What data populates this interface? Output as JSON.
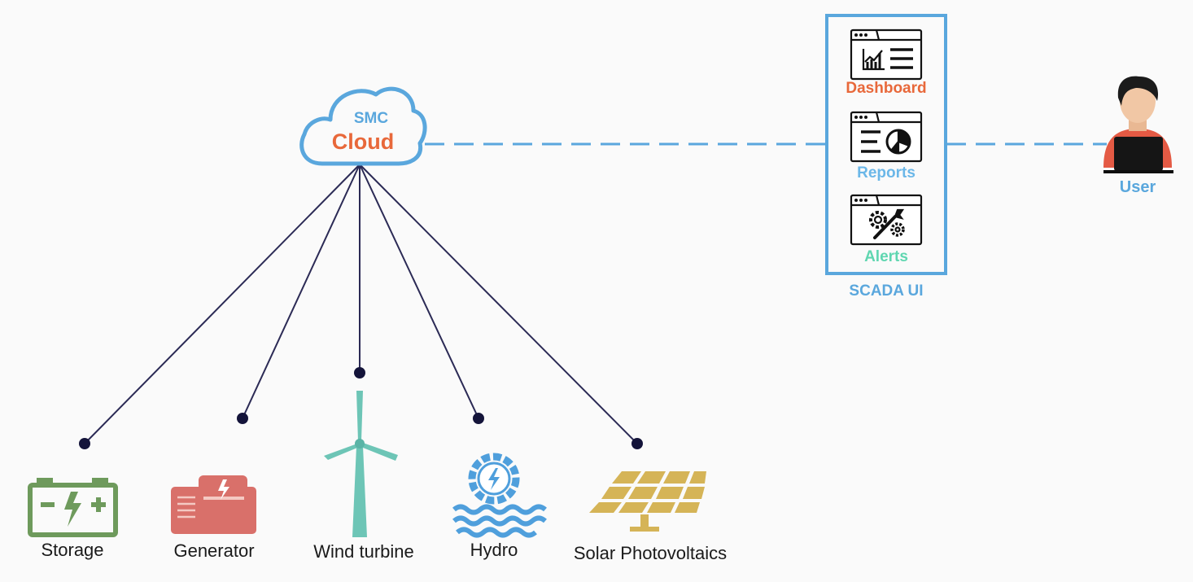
{
  "cloud": {
    "top_label": "SMC",
    "main_label": "Cloud"
  },
  "scada": {
    "title": "SCADA UI",
    "modules": [
      {
        "label": "Dashboard",
        "icon": "dashboard-window-icon"
      },
      {
        "label": "Reports",
        "icon": "reports-window-icon"
      },
      {
        "label": "Alerts",
        "icon": "alerts-window-icon"
      }
    ]
  },
  "user": {
    "label": "User",
    "icon": "user-laptop-icon"
  },
  "assets": [
    {
      "label": "Storage",
      "icon": "battery-icon"
    },
    {
      "label": "Generator",
      "icon": "generator-icon"
    },
    {
      "label": "Wind turbine",
      "icon": "wind-turbine-icon"
    },
    {
      "label": "Hydro",
      "icon": "hydro-icon"
    },
    {
      "label": "Solar Photovoltaics",
      "icon": "solar-panel-icon"
    }
  ],
  "colors": {
    "blue": "#5aa7dd",
    "orange": "#e8683a",
    "light_blue": "#6bb7e8",
    "teal_green": "#5fd6b0",
    "navy_line": "#2b2a55",
    "storage_green": "#6e9a5c",
    "generator_red": "#d9706a",
    "turbine_teal": "#6dc5b6",
    "hydro_blue": "#4f9fdc",
    "solar_gold": "#d5b457"
  }
}
